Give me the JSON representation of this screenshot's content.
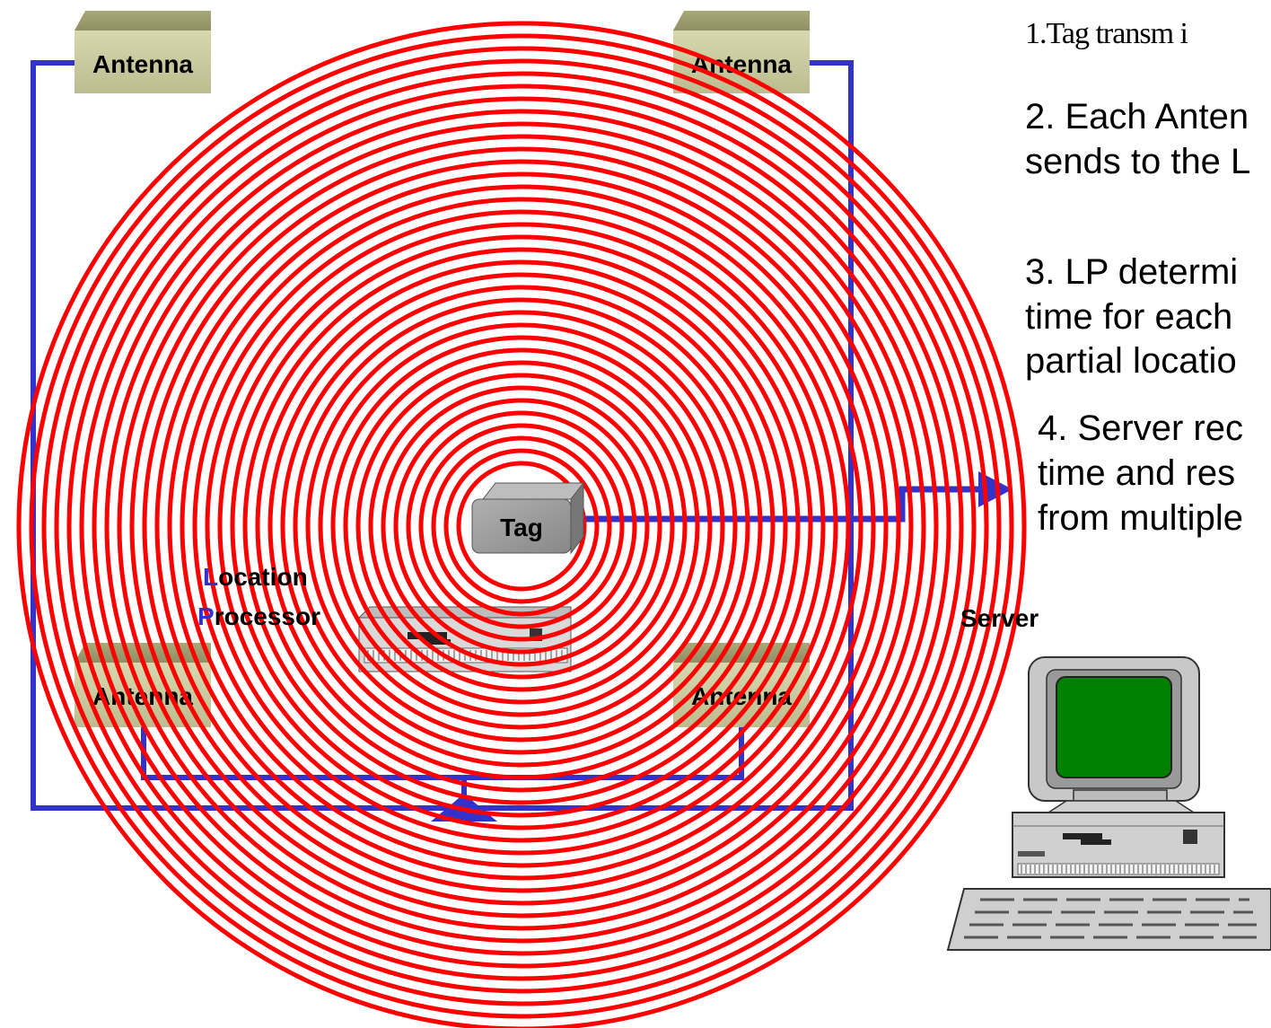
{
  "antennas": [
    {
      "label": "Antenna"
    },
    {
      "label": "Antenna"
    },
    {
      "label": "Antenna"
    },
    {
      "label": "Antenna"
    }
  ],
  "tag": {
    "label": "Tag"
  },
  "location_processor": {
    "line1_initial": "L",
    "line1_rest": "ocation",
    "line2_initial": "P",
    "line2_rest": "rocessor"
  },
  "server": {
    "label": "Server"
  },
  "steps": {
    "step1": "1.Tag transm i",
    "step2_line1": "2. Each Anten",
    "step2_line2": "sends to the L",
    "step3_line1": "3. LP determi",
    "step3_line2": "time for each",
    "step3_line3": "partial locatio",
    "step4_line1": "4. Server rec",
    "step4_line2": "time and res",
    "step4_line3": "from multiple"
  },
  "colors": {
    "rings": "#ff0000",
    "wires": "#3333cc",
    "antenna_box": "#c8c89a",
    "tag_box": "#9a9a9a",
    "screen": "#008000"
  }
}
